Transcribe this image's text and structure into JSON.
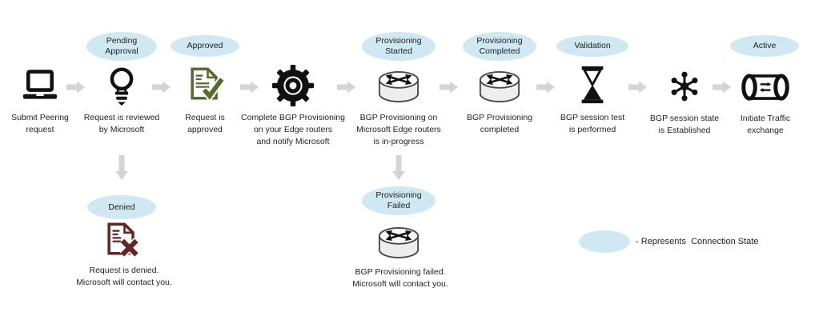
{
  "colors": {
    "state_ellipse_fill": "#cfe8f2",
    "arrow_gray": "#d4d4d4",
    "icon_black": "#111111",
    "approved_green": "#566b2d",
    "denied_red": "#662523",
    "text": "#1f1f1f"
  },
  "flow": {
    "steps": [
      {
        "icon": "laptop-icon",
        "state": "",
        "label": "Submit Peering\nrequest"
      },
      {
        "icon": "lightbulb-icon",
        "state": "Pending\nApproval",
        "label": "Request is reviewed\nby Microsoft"
      },
      {
        "icon": "document-check-icon",
        "state": "Approved",
        "label": "Request is\napproved"
      },
      {
        "icon": "gear-icon",
        "state": "",
        "label": "Complete BGP Provisioning\non your Edge routers\nand notify Microsoft"
      },
      {
        "icon": "router-icon",
        "state": "Provisioning\nStarted",
        "label": "BGP Provisioning on\nMicrosoft Edge routers\nis in-progress"
      },
      {
        "icon": "router-icon",
        "state": "Provisioning\nCompleted",
        "label": "BGP Provisioning\ncompleted"
      },
      {
        "icon": "hourglass-icon",
        "state": "Validation",
        "label": "BGP session test\nis performed"
      },
      {
        "icon": "hub-node-icon",
        "state": "",
        "label": "BGP session state\nis Established"
      },
      {
        "icon": "tunnel-icon",
        "state": "Active",
        "label": "Initiate Traffic\nexchange"
      }
    ],
    "branches": [
      {
        "icon": "document-x-icon",
        "state": "Denied",
        "label": "Request is denied.\nMicrosoft will contact you."
      },
      {
        "icon": "router-icon",
        "state": "Provisioning\nFailed",
        "label": "BGP Provisioning failed.\nMicrosoft will contact you."
      }
    ]
  },
  "legend": {
    "label": "- Represents  Connection State"
  }
}
